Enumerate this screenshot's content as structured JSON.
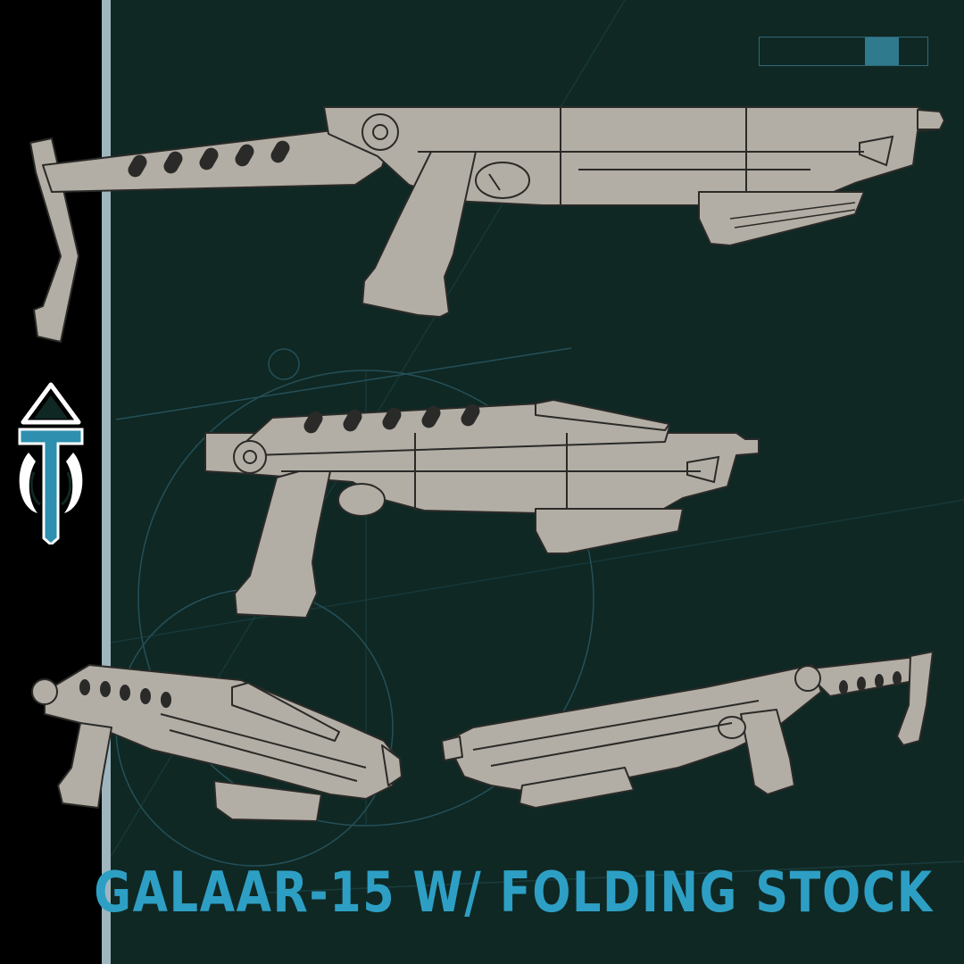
{
  "title": "GALAAR-15 W/ FOLDING STOCK",
  "colors": {
    "background": "#0f2824",
    "accent": "#2e9fc4",
    "left_bar": "#000000",
    "stripe": "#9fb6bf",
    "model": "#b3aea5"
  },
  "indicator": {
    "segments": 1,
    "filled_fraction": 0.2
  },
  "logo": {
    "icon": "helmet-emblem-icon"
  },
  "views": [
    {
      "name": "side-view-stock-extended"
    },
    {
      "name": "side-view-stock-folded"
    },
    {
      "name": "perspective-front-left"
    },
    {
      "name": "perspective-rear-right"
    }
  ]
}
